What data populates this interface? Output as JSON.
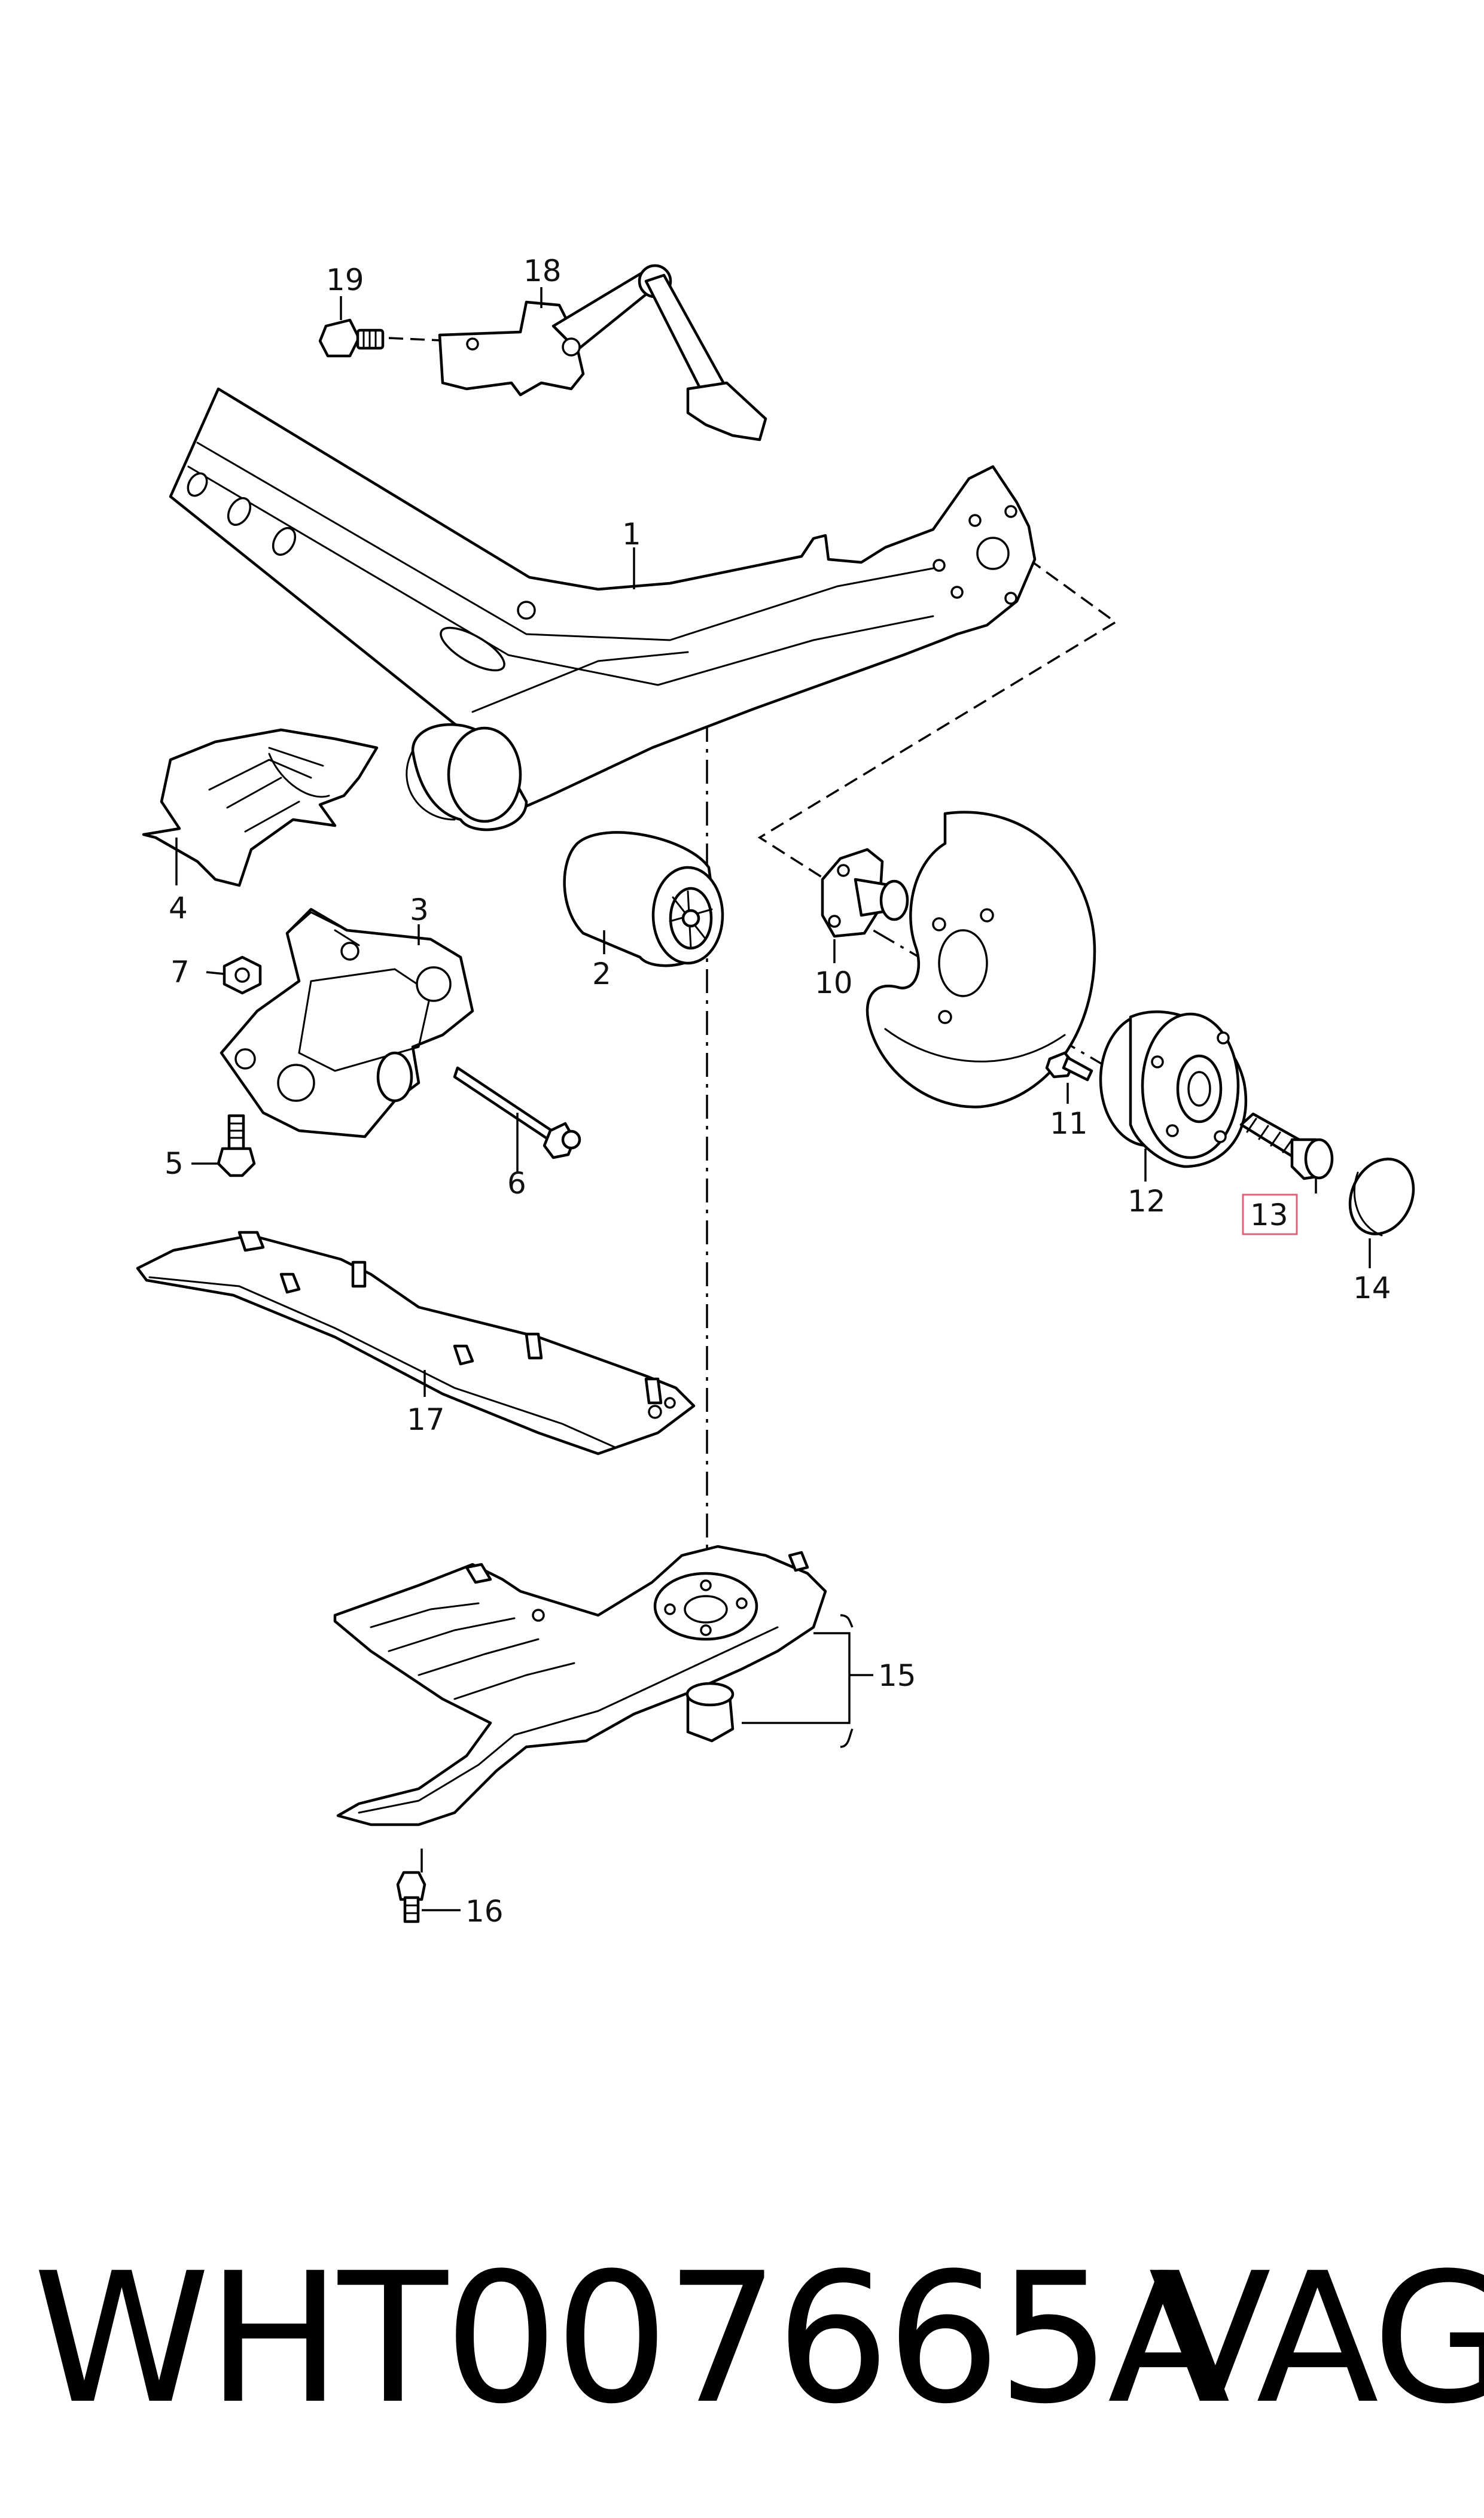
{
  "callouts": [
    "1",
    "2",
    "3",
    "4",
    "5",
    "6",
    "7",
    "10",
    "11",
    "12",
    "13",
    "14",
    "15",
    "16",
    "17",
    "18",
    "19"
  ],
  "highlighted_callout": "13",
  "highlight_color": "#e0607a",
  "part_number": "WHT007665A",
  "brand": "VAG"
}
